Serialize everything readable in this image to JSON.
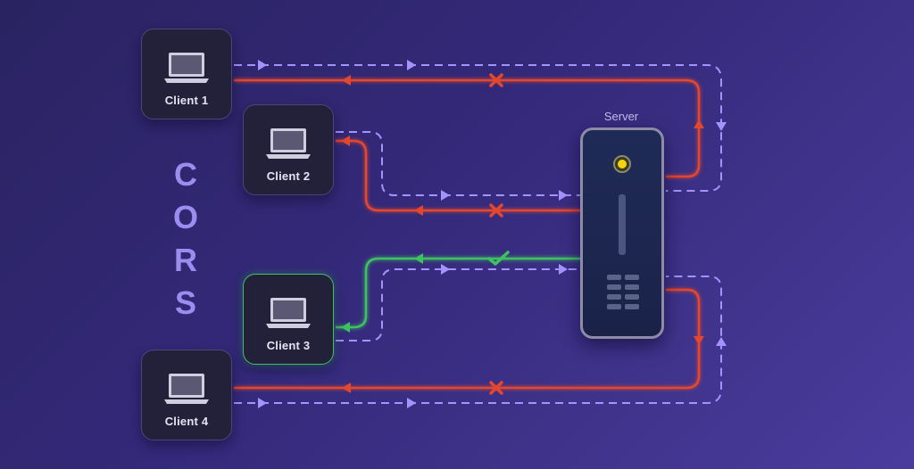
{
  "title": "CORS",
  "title_letters": [
    "C",
    "O",
    "R",
    "S"
  ],
  "server": {
    "label": "Server"
  },
  "clients": [
    {
      "id": "client-1",
      "label": "Client 1",
      "status": "blocked"
    },
    {
      "id": "client-2",
      "label": "Client 2",
      "status": "blocked"
    },
    {
      "id": "client-3",
      "label": "Client 3",
      "status": "allowed"
    },
    {
      "id": "client-4",
      "label": "Client 4",
      "status": "blocked"
    }
  ],
  "colors": {
    "request_dashed": "#a493ff",
    "blocked_response": "#e3472d",
    "allowed_response": "#3ec261",
    "cors_text": "#9d8cf0",
    "status_light": "#f5d20a"
  },
  "icons": {
    "blocked": "x-mark-icon",
    "allowed": "checkmark-icon",
    "client": "laptop-icon",
    "server": "server-icon"
  }
}
